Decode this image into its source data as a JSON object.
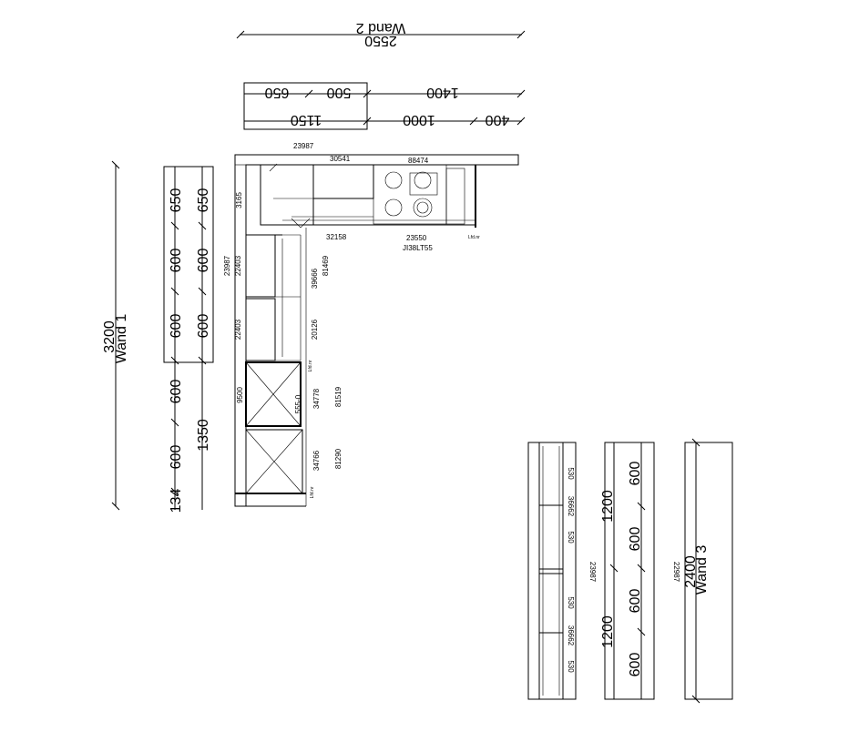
{
  "wand2": {
    "label": "Wand 2",
    "total": "2550",
    "row_a": [
      "650",
      "500",
      "1400"
    ],
    "row_b": [
      "1150",
      "1000",
      "400"
    ]
  },
  "wand1": {
    "label": "Wand 1",
    "total": "3200",
    "upper": [
      "650",
      "600",
      "600"
    ],
    "lower": [
      "650",
      "600",
      "600",
      "600",
      "600",
      "134"
    ],
    "sub": "1350"
  },
  "wand3": {
    "label": "Wand 3",
    "total": "2400",
    "dims": [
      "600",
      "600",
      "600",
      "600"
    ],
    "sub": [
      "1200",
      "1200"
    ],
    "code": "22987"
  },
  "plan": {
    "codes_top": [
      "23987",
      "30541",
      "88474"
    ],
    "code_3165": "3165",
    "codes_bottom": [
      "32158",
      "23550"
    ],
    "model": "JI38LT55",
    "code_22403a": "22403",
    "code_23987v": "23987",
    "code_39666": "39666",
    "code_81469": "81469",
    "code_22403b": "22403",
    "code_20126": "20126",
    "code_9500": "9500",
    "code_34778": "34778",
    "code_81519": "81519",
    "code_34766": "34766",
    "code_81290": "81290",
    "code_555": "555-0",
    "tiny_label": "Lfd.nr"
  },
  "elev3": {
    "codes": [
      "530",
      "36662",
      "530",
      "530",
      "36662",
      "530"
    ],
    "side": "23987"
  }
}
